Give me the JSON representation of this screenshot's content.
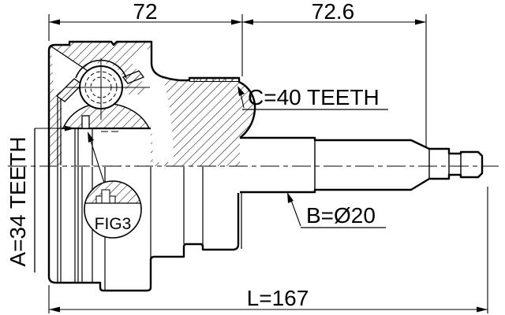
{
  "drawing": {
    "background_color": "#ffffff",
    "line_color": "#000000",
    "dimensions": {
      "width_left": "72",
      "width_right": "72.6",
      "total_length": "L=167"
    },
    "labels": {
      "spline_c": "C=40 TEETH",
      "spline_a": "A=34 TEETH",
      "shaft_b": "B=Ø20",
      "detail_ref": "FIG3"
    }
  }
}
